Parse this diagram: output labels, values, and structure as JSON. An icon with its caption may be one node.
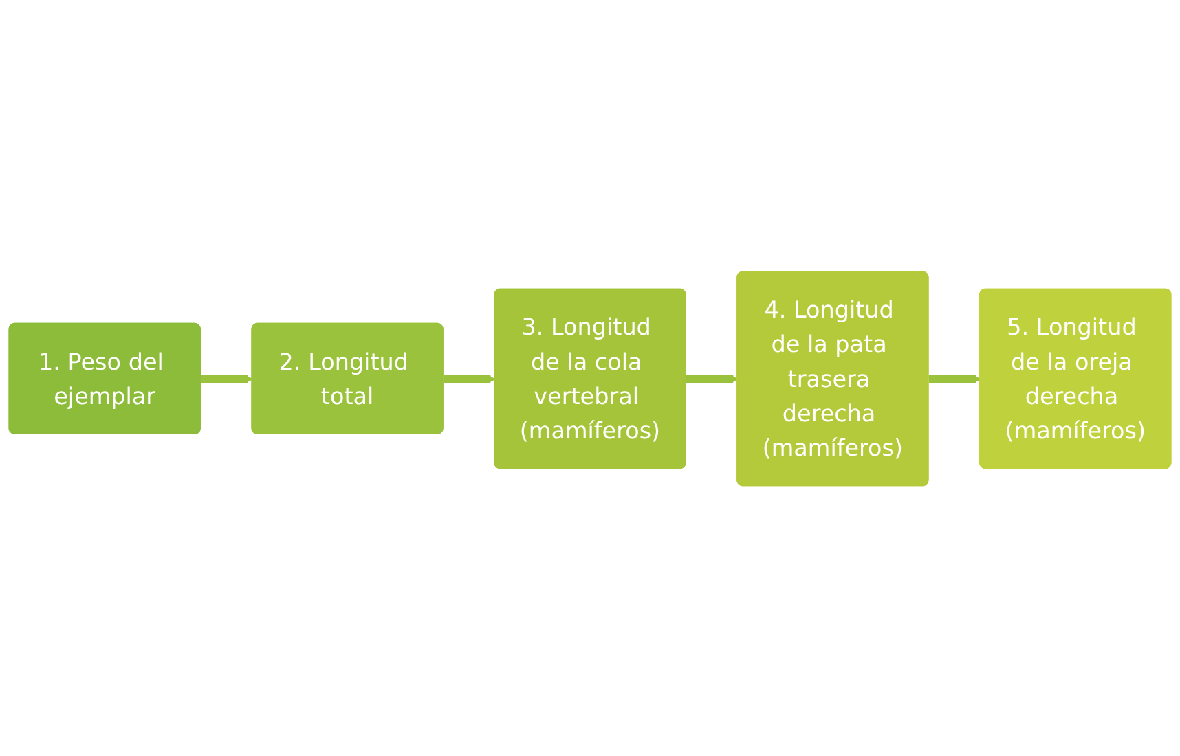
{
  "diagram": {
    "nodes": [
      {
        "text": [
          "1. Peso del ejemplar"
        ]
      },
      {
        "text": [
          "2. Longitud total"
        ]
      },
      {
        "text": [
          "3. Longitud de la cola vertebral (mamíferos)"
        ]
      },
      {
        "text": [
          "4. Longitud de la pata trasera derecha (mamíferos)"
        ]
      },
      {
        "text": [
          "5. Longitud de la oreja derecha (mamíferos)"
        ]
      }
    ],
    "edges": [
      {
        "from": 0,
        "to": 1,
        "arrow": "to"
      },
      {
        "from": 1,
        "to": 2,
        "arrow": "to"
      },
      {
        "from": 2,
        "to": 3,
        "arrow": "to"
      },
      {
        "from": 3,
        "to": 4,
        "arrow": "to"
      }
    ]
  }
}
